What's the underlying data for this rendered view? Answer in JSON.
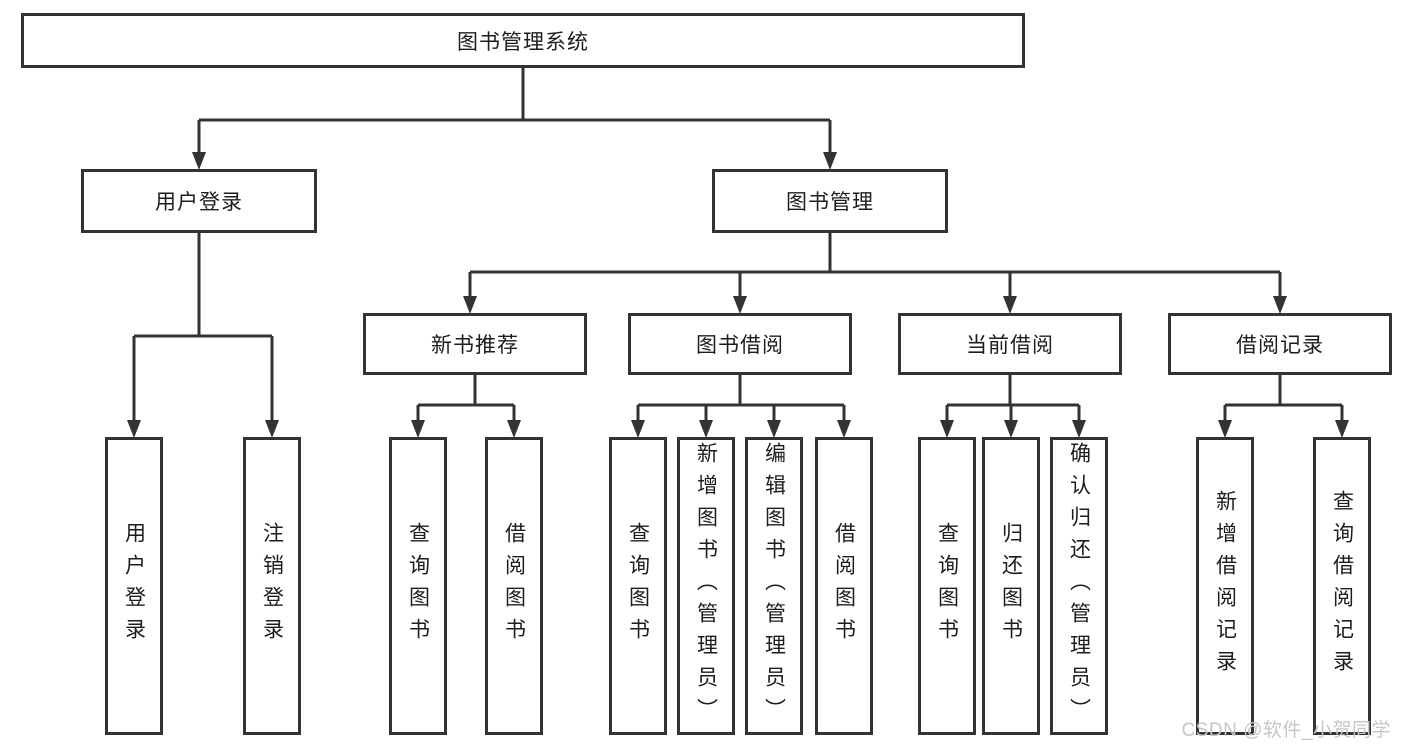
{
  "diagram": {
    "title": "图书管理系统",
    "level2": {
      "user_login": "用户登录",
      "book_mgmt": "图书管理"
    },
    "level3": {
      "new_books": "新书推荐",
      "book_borrow": "图书借阅",
      "current_borrow": "当前借阅",
      "borrow_records": "借阅记录"
    },
    "leaves": {
      "user_login": [
        "用户登录",
        "注销登录"
      ],
      "new_books": [
        "查询图书",
        "借阅图书"
      ],
      "book_borrow": [
        "查询图书",
        "新增图书（管理员）",
        "编辑图书（管理员）",
        "借阅图书"
      ],
      "current_borrow": [
        "查询图书",
        "归还图书",
        "确认归还（管理员）"
      ],
      "borrow_records": [
        "新增借阅记录",
        "查询借阅记录"
      ]
    }
  },
  "watermark": "CSDN @软件_小贺同学",
  "colors": {
    "line": "#333333",
    "text": "#1d1d1d",
    "watermark": "#c6c6c6",
    "background": "#ffffff"
  }
}
